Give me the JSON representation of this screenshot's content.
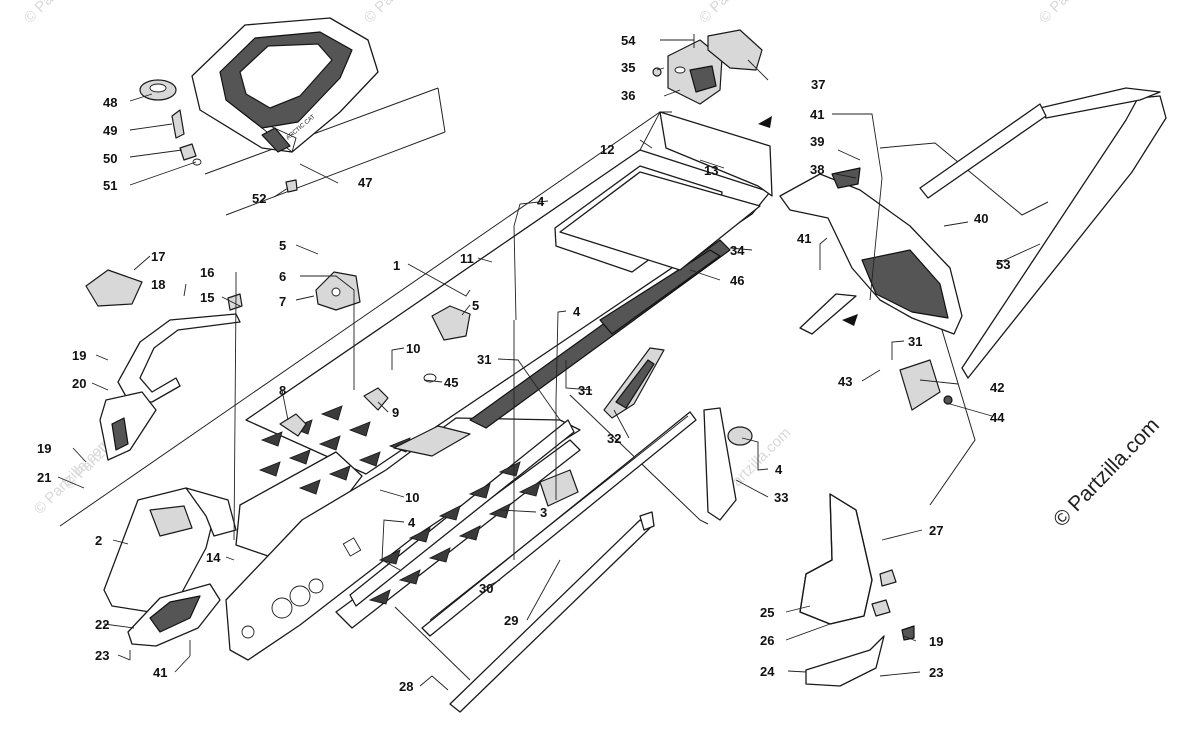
{
  "credit": "© Partzilla.com",
  "watermark": "© Partzilla.com",
  "callouts": [
    {
      "label": "54",
      "name": "callout-54"
    },
    {
      "label": "35",
      "name": "callout-35"
    },
    {
      "label": "36",
      "name": "callout-36"
    },
    {
      "label": "37",
      "name": "callout-37"
    },
    {
      "label": "41",
      "name": "callout-41-top"
    },
    {
      "label": "12",
      "name": "callout-12"
    },
    {
      "label": "13",
      "name": "callout-13"
    },
    {
      "label": "39",
      "name": "callout-39"
    },
    {
      "label": "38",
      "name": "callout-38"
    },
    {
      "label": "48",
      "name": "callout-48"
    },
    {
      "label": "49",
      "name": "callout-49"
    },
    {
      "label": "50",
      "name": "callout-50"
    },
    {
      "label": "51",
      "name": "callout-51"
    },
    {
      "label": "52",
      "name": "callout-52"
    },
    {
      "label": "47",
      "name": "callout-47"
    },
    {
      "label": "4",
      "name": "callout-4-upper"
    },
    {
      "label": "40",
      "name": "callout-40"
    },
    {
      "label": "34",
      "name": "callout-34"
    },
    {
      "label": "41",
      "name": "callout-41-mid"
    },
    {
      "label": "53",
      "name": "callout-53"
    },
    {
      "label": "46",
      "name": "callout-46"
    },
    {
      "label": "17",
      "name": "callout-17"
    },
    {
      "label": "5",
      "name": "callout-5-left"
    },
    {
      "label": "11",
      "name": "callout-11"
    },
    {
      "label": "1",
      "name": "callout-1"
    },
    {
      "label": "6",
      "name": "callout-6"
    },
    {
      "label": "16",
      "name": "callout-16"
    },
    {
      "label": "18",
      "name": "callout-18"
    },
    {
      "label": "15",
      "name": "callout-15"
    },
    {
      "label": "7",
      "name": "callout-7"
    },
    {
      "label": "5",
      "name": "callout-5-mid"
    },
    {
      "label": "4",
      "name": "callout-4-mid"
    },
    {
      "label": "10",
      "name": "callout-10-upper"
    },
    {
      "label": "31",
      "name": "callout-31-mid"
    },
    {
      "label": "45",
      "name": "callout-45"
    },
    {
      "label": "31",
      "name": "callout-31-right"
    },
    {
      "label": "43",
      "name": "callout-43"
    },
    {
      "label": "42",
      "name": "callout-42"
    },
    {
      "label": "44",
      "name": "callout-44"
    },
    {
      "label": "19",
      "name": "callout-19-upper"
    },
    {
      "label": "20",
      "name": "callout-20"
    },
    {
      "label": "8",
      "name": "callout-8"
    },
    {
      "label": "9",
      "name": "callout-9"
    },
    {
      "label": "31",
      "name": "callout-31-lower"
    },
    {
      "label": "32",
      "name": "callout-32"
    },
    {
      "label": "19",
      "name": "callout-19-left"
    },
    {
      "label": "21",
      "name": "callout-21"
    },
    {
      "label": "4",
      "name": "callout-4-right"
    },
    {
      "label": "33",
      "name": "callout-33"
    },
    {
      "label": "10",
      "name": "callout-10-lower"
    },
    {
      "label": "3",
      "name": "callout-3"
    },
    {
      "label": "27",
      "name": "callout-27"
    },
    {
      "label": "2",
      "name": "callout-2"
    },
    {
      "label": "4",
      "name": "callout-4-lower"
    },
    {
      "label": "14",
      "name": "callout-14"
    },
    {
      "label": "30",
      "name": "callout-30"
    },
    {
      "label": "25",
      "name": "callout-25"
    },
    {
      "label": "29",
      "name": "callout-29"
    },
    {
      "label": "22",
      "name": "callout-22"
    },
    {
      "label": "26",
      "name": "callout-26"
    },
    {
      "label": "19",
      "name": "callout-19-right"
    },
    {
      "label": "23",
      "name": "callout-23-left"
    },
    {
      "label": "41",
      "name": "callout-41-bottom"
    },
    {
      "label": "24",
      "name": "callout-24"
    },
    {
      "label": "23",
      "name": "callout-23-right"
    },
    {
      "label": "28",
      "name": "callout-28"
    }
  ]
}
